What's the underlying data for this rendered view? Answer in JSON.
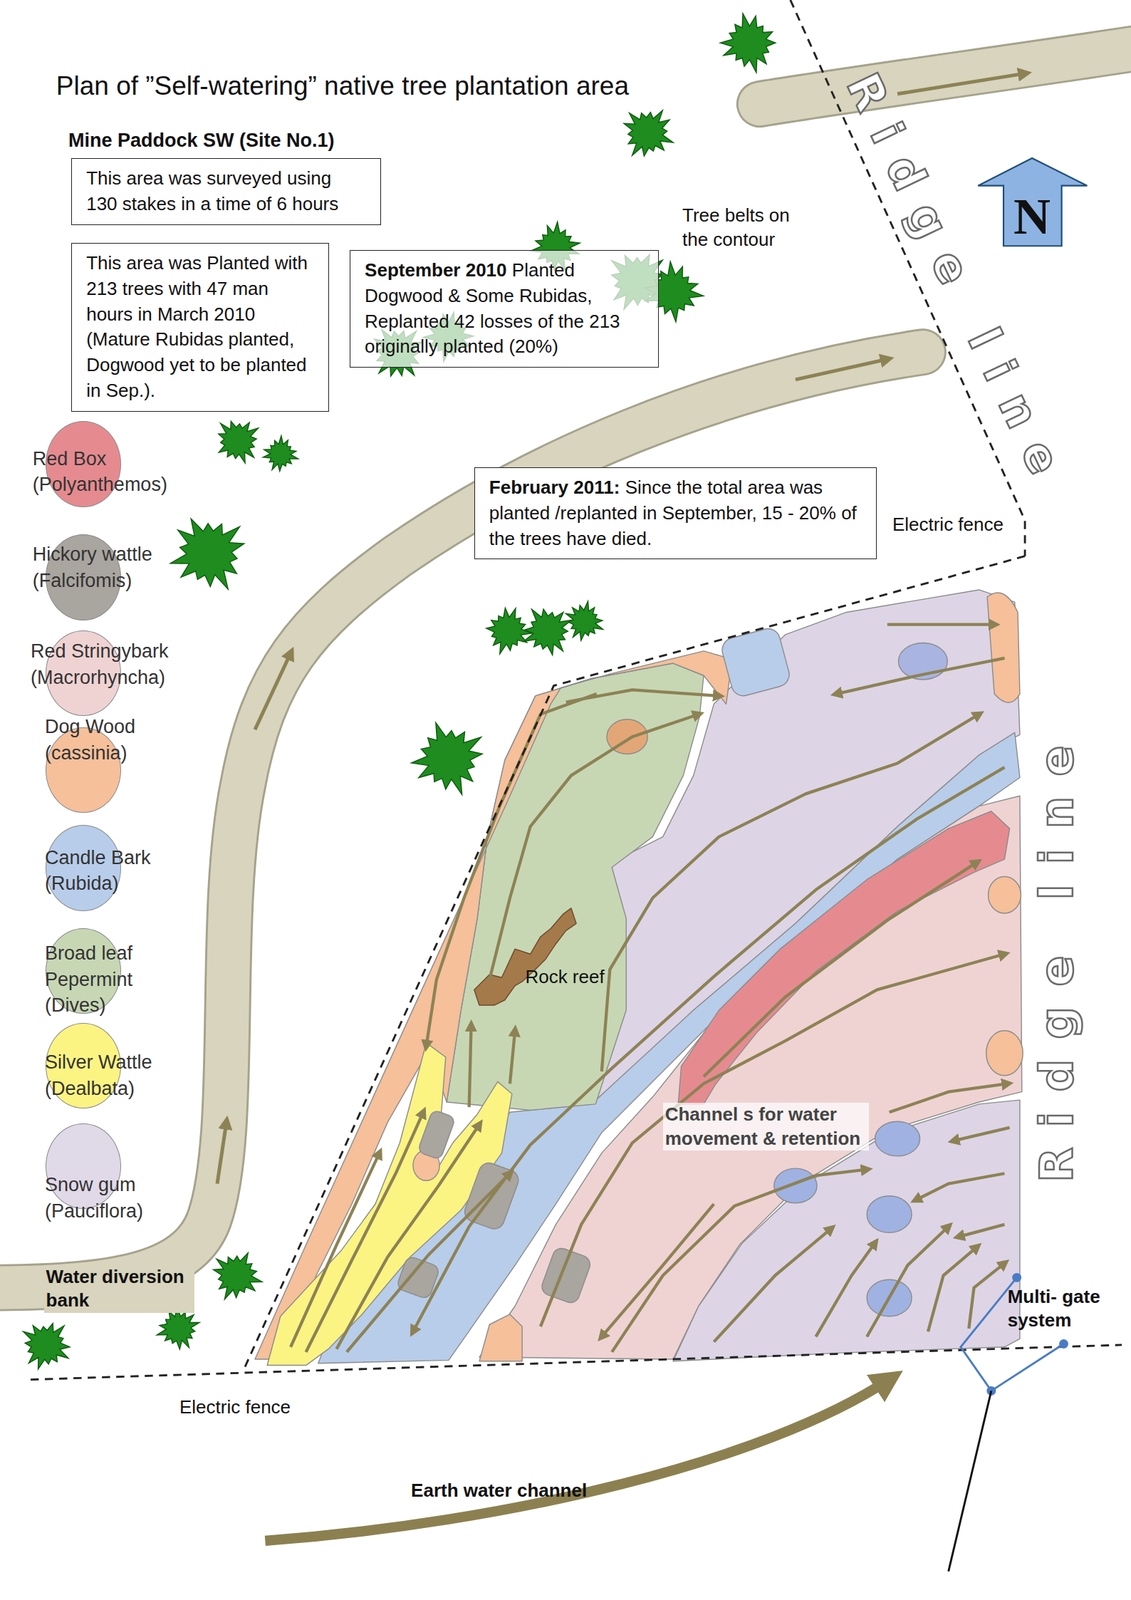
{
  "diagram": {
    "title": "Plan of ”Self-watering” native tree plantation area",
    "nodes": [
      {
        "text": [
          "This area was surveyed using 130 stakes in a time of 6 hours"
        ]
      },
      {
        "text": [
          "This area was Planted with 213 trees with 47 man hours in March 2010 (Mature Rubidas planted, Dogwood yet to be planted in Sep.)."
        ]
      },
      {
        "text": [
          "September 2010",
          "Planted Dogwood & Some Rubidas, Replanted 42 losses of the 213 originally planted (20%)"
        ]
      },
      {
        "text": [
          "February 2011:",
          "Since the total area was planted /replanted in September, 15 - 20% of the trees have died."
        ]
      }
    ],
    "labels": [
      "Mine Paddock SW (Site No.1)",
      "Ridge line",
      "N",
      "Tree belts on the contour",
      "Electric fence",
      "Rock reef",
      "Ridge line",
      "Channel s for water movement & retention",
      "Water diversion bank",
      "Multi- gate system",
      "Electric fence",
      "Earth water channel"
    ],
    "legend": [
      {
        "text": "Red Box (Polyanthemos)",
        "color": "#e58b8f"
      },
      {
        "text": "Hickory wattle (Falcifomis)",
        "color": "#a9a59f"
      },
      {
        "text": "Red Stringybark (Macrorhyncha)",
        "color": "#efd3d3"
      },
      {
        "text": "Dog Wood (cassinia)",
        "color": "#f5c09a"
      },
      {
        "text": "Candle Bark (Rubida)",
        "color": "#b8cdea"
      },
      {
        "text": "Broad leaf Pepermint (Dives)",
        "color": "#c7d7b4"
      },
      {
        "text": "Silver Wattle (Dealbata)",
        "color": "#fbf483"
      },
      {
        "text": "Snow gum (Pauciflora)",
        "color": "#e0d9e7"
      }
    ]
  }
}
